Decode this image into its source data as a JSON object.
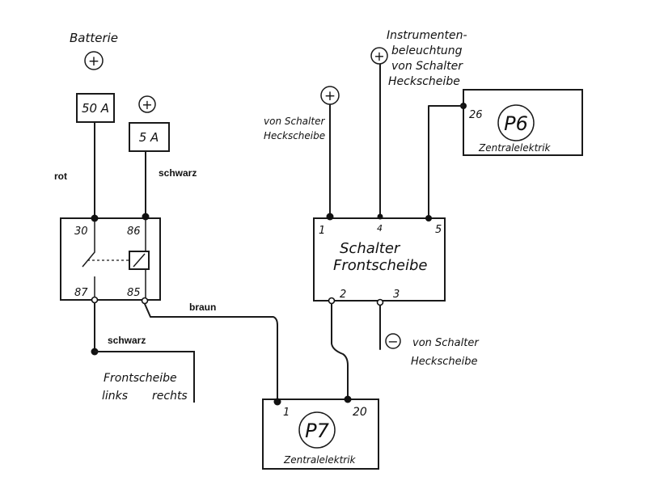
{
  "battery": {
    "label": "Batterie",
    "symbol": "+"
  },
  "fuse_50": {
    "label": "50 A"
  },
  "fuse_5": {
    "label": "5 A",
    "symbol": "+"
  },
  "wire_labels": {
    "rot": "rot",
    "schwarz_top": "schwarz",
    "braun": "braun",
    "schwarz_bottom": "schwarz"
  },
  "relay": {
    "pins": {
      "p30": "30",
      "p86": "86",
      "p87": "87",
      "p85": "85"
    }
  },
  "front_window_load": {
    "line1": "Frontscheibe",
    "line2_left": "links",
    "line2_right": "rechts"
  },
  "heckscheibe_plus": {
    "symbol": "+",
    "line1": "von Schalter",
    "line2": "Heckscheibe"
  },
  "instrument_plus": {
    "symbol": "+",
    "line1": "Instrumenten-",
    "line2": "beleuchtung",
    "line3": "von Schalter",
    "line4": "Heckscheibe"
  },
  "p6": {
    "label": "P6",
    "pin": "26",
    "caption": "Zentralelektrik"
  },
  "switch": {
    "line1": "Schalter",
    "line2": "Frontscheibe",
    "pins": {
      "p1": "1",
      "p4": "4",
      "p5": "5",
      "p2": "2",
      "p3": "3"
    }
  },
  "heckscheibe_minus": {
    "symbol": "−",
    "line1": "von Schalter",
    "line2": "Heckscheibe"
  },
  "p7": {
    "label": "P7",
    "pin1": "1",
    "pin20": "20",
    "caption": "Zentralelektrik"
  }
}
